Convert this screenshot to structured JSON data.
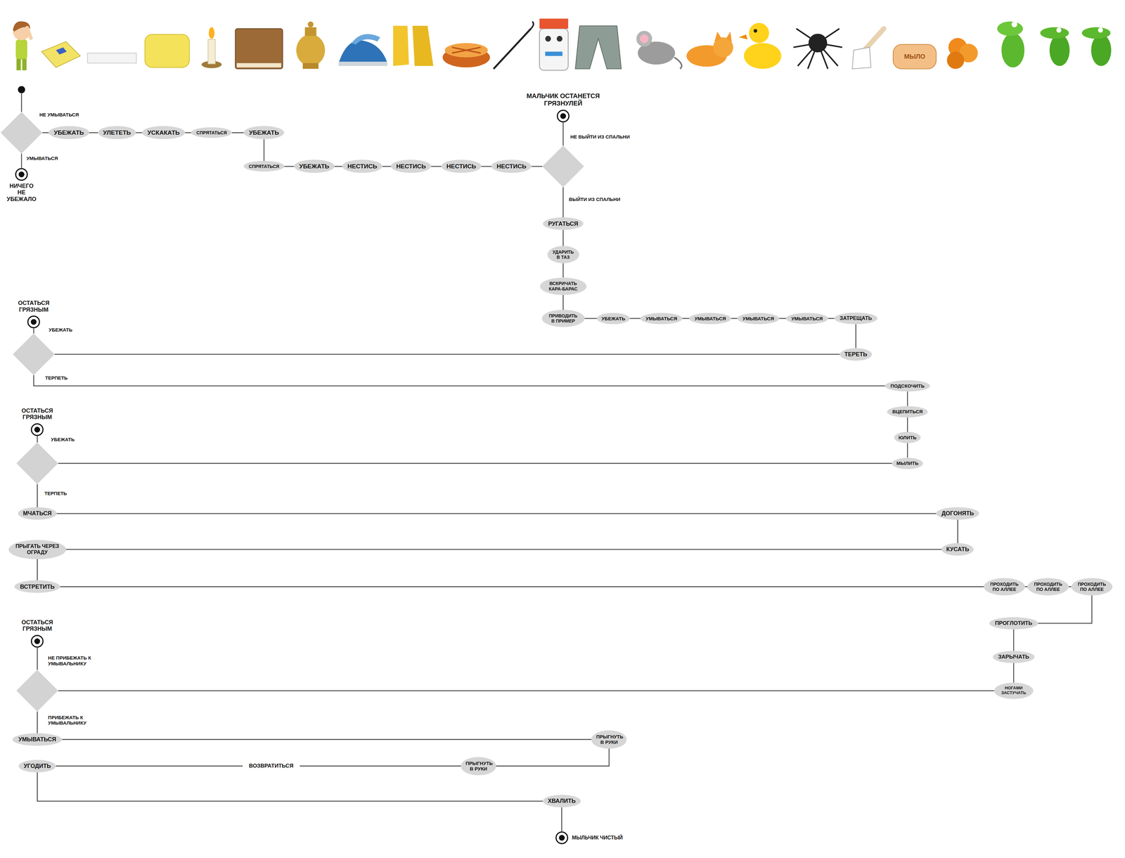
{
  "diagram": {
    "nodes": [
      {
        "text": [
          "НЕ УМЫВАТЬСЯ",
          "УМЫВАТЬСЯ"
        ]
      },
      {
        "text": [
          "НИЧЕГО НЕ УБЕЖАЛО"
        ]
      },
      {
        "text": [
          "УБЕЖАТЬ"
        ]
      },
      {
        "text": [
          "УЛЕТЕТЬ"
        ]
      },
      {
        "text": [
          "УСКАКАТЬ"
        ]
      },
      {
        "text": [
          "СПРЯТАТЬСЯ"
        ]
      },
      {
        "text": [
          "УБЕЖАТЬ"
        ]
      },
      {
        "text": [
          "СПРЯТАТЬСЯ"
        ]
      },
      {
        "text": [
          "УБЕЖАТЬ"
        ]
      },
      {
        "text": [
          "НЕСТИСЬ"
        ]
      },
      {
        "text": [
          "НЕСТИСЬ"
        ]
      },
      {
        "text": [
          "НЕСТИСЬ"
        ]
      },
      {
        "text": [
          "НЕСТИСЬ"
        ]
      },
      {
        "text": [
          "НЕ ВЫЙТИ ИЗ СПАЛЬНИ",
          "ВЫЙТИ ИЗ СПАЛЬНИ"
        ]
      },
      {
        "text": [
          "МАЛЬЧИК ОСТАНЕТСЯ ГРЯЗНУЛЕЙ"
        ]
      },
      {
        "text": [
          "РУГАТЬСЯ"
        ]
      },
      {
        "text": [
          "УДАРИТЬ В ТАЗ"
        ]
      },
      {
        "text": [
          "ВСКРИЧАТЬ КАРА-БАРАС"
        ]
      },
      {
        "text": [
          "ПРИВОДИТЬ В ПРИМЕР"
        ]
      },
      {
        "text": [
          "УБЕЖАТЬ"
        ]
      },
      {
        "text": [
          "УМЫВАТЬСЯ"
        ]
      },
      {
        "text": [
          "УМЫВАТЬСЯ"
        ]
      },
      {
        "text": [
          "УМЫВАТЬСЯ"
        ]
      },
      {
        "text": [
          "УМЫВАТЬСЯ"
        ]
      },
      {
        "text": [
          "ЗАТРЕЩАТЬ"
        ]
      },
      {
        "text": [
          "ТЕРЕТЬ"
        ]
      },
      {
        "text": [
          "УБЕЖАТЬ",
          "ТЕРПЕТЬ"
        ]
      },
      {
        "text": [
          "ОСТАТЬСЯ ГРЯЗНЫМ"
        ]
      },
      {
        "text": [
          "ПОДСКОЧИТЬ"
        ]
      },
      {
        "text": [
          "ВЦЕПИТЬСЯ"
        ]
      },
      {
        "text": [
          "ЮЛИТЬ"
        ]
      },
      {
        "text": [
          "МЫЛИТЬ"
        ]
      },
      {
        "text": [
          "УБЕЖАТЬ",
          "ТЕРПЕТЬ"
        ]
      },
      {
        "text": [
          "ОСТАТЬСЯ ГРЯЗНЫМ"
        ]
      },
      {
        "text": [
          "МЧАТЬСЯ"
        ]
      },
      {
        "text": [
          "ДОГОНЯТЬ"
        ]
      },
      {
        "text": [
          "КУСАТЬ"
        ]
      },
      {
        "text": [
          "ПРЫГАТЬ ЧЕРЕЗ ОГРАДУ"
        ]
      },
      {
        "text": [
          "ВСТРЕТИТЬ"
        ]
      },
      {
        "text": [
          "ПРОХОДИТЬ ПО АЛЛЕЕ"
        ]
      },
      {
        "text": [
          "ПРОХОДИТЬ ПО АЛЛЕЕ"
        ]
      },
      {
        "text": [
          "ПРОХОДИТЬ ПО АЛЛЕЕ"
        ]
      },
      {
        "text": [
          "ПРОГЛОТИТЬ"
        ]
      },
      {
        "text": [
          "ЗАРЫЧАТЬ"
        ]
      },
      {
        "text": [
          "НОГАМИ ЗАСТУЧАТЬ"
        ]
      },
      {
        "text": [
          "НЕ ПРИБЕЖАТЬ К УМЫВАЛЬНИКУ",
          "ПРИБЕЖАТЬ К УМЫВАЛЬНИКУ"
        ]
      },
      {
        "text": [
          "ОСТАТЬСЯ ГРЯЗНЫМ"
        ]
      },
      {
        "text": [
          "УМЫВАТЬСЯ"
        ]
      },
      {
        "text": [
          "ПРЫГНУТЬ В РУКИ"
        ]
      },
      {
        "text": [
          "ПРЫГНУТЬ В РУКИ"
        ]
      },
      {
        "text": [
          "ВОЗВРАТИТЬСЯ"
        ]
      },
      {
        "text": [
          "УГОДИТЬ"
        ]
      },
      {
        "text": [
          "ХВАЛИТЬ"
        ]
      },
      {
        "text": [
          "МЫЛЬЧИК ЧИСТЫЙ"
        ]
      }
    ],
    "edges": [
      {
        "from": 0,
        "to": 1,
        "arrow": "none"
      },
      {
        "from": 0,
        "to": 2,
        "arrow": "none"
      },
      {
        "from": 2,
        "to": 3,
        "arrow": "none"
      },
      {
        "from": 3,
        "to": 4,
        "arrow": "none"
      },
      {
        "from": 4,
        "to": 5,
        "arrow": "none"
      },
      {
        "from": 5,
        "to": 6,
        "arrow": "none"
      },
      {
        "from": 6,
        "to": 7,
        "arrow": "none"
      },
      {
        "from": 7,
        "to": 8,
        "arrow": "none"
      },
      {
        "from": 8,
        "to": 9,
        "arrow": "none"
      },
      {
        "from": 9,
        "to": 10,
        "arrow": "none"
      },
      {
        "from": 10,
        "to": 11,
        "arrow": "none"
      },
      {
        "from": 11,
        "to": 12,
        "arrow": "none"
      },
      {
        "from": 12,
        "to": 13,
        "arrow": "none"
      },
      {
        "from": 13,
        "to": 14,
        "arrow": "none"
      },
      {
        "from": 13,
        "to": 15,
        "arrow": "none"
      },
      {
        "from": 15,
        "to": 16,
        "arrow": "none"
      },
      {
        "from": 16,
        "to": 17,
        "arrow": "none"
      },
      {
        "from": 17,
        "to": 18,
        "arrow": "none"
      },
      {
        "from": 18,
        "to": 19,
        "arrow": "none"
      },
      {
        "from": 19,
        "to": 20,
        "arrow": "none"
      },
      {
        "from": 20,
        "to": 21,
        "arrow": "none"
      },
      {
        "from": 21,
        "to": 22,
        "arrow": "none"
      },
      {
        "from": 22,
        "to": 23,
        "arrow": "none"
      },
      {
        "from": 23,
        "to": 24,
        "arrow": "none"
      },
      {
        "from": 24,
        "to": 25,
        "arrow": "none"
      },
      {
        "from": 25,
        "to": 26,
        "arrow": "none"
      },
      {
        "from": 26,
        "to": 27,
        "arrow": "none"
      },
      {
        "from": 26,
        "to": 28,
        "arrow": "none"
      },
      {
        "from": 28,
        "to": 29,
        "arrow": "none"
      },
      {
        "from": 29,
        "to": 30,
        "arrow": "none"
      },
      {
        "from": 30,
        "to": 31,
        "arrow": "none"
      },
      {
        "from": 31,
        "to": 32,
        "arrow": "none"
      },
      {
        "from": 32,
        "to": 33,
        "arrow": "none"
      },
      {
        "from": 32,
        "to": 34,
        "arrow": "none"
      },
      {
        "from": 34,
        "to": 35,
        "arrow": "none"
      },
      {
        "from": 35,
        "to": 36,
        "arrow": "none"
      },
      {
        "from": 36,
        "to": 37,
        "arrow": "none"
      },
      {
        "from": 37,
        "to": 38,
        "arrow": "none"
      },
      {
        "from": 38,
        "to": 39,
        "arrow": "none"
      },
      {
        "from": 39,
        "to": 40,
        "arrow": "none"
      },
      {
        "from": 40,
        "to": 41,
        "arrow": "none"
      },
      {
        "from": 41,
        "to": 42,
        "arrow": "none"
      },
      {
        "from": 42,
        "to": 43,
        "arrow": "none"
      },
      {
        "from": 43,
        "to": 44,
        "arrow": "none"
      },
      {
        "from": 44,
        "to": 45,
        "arrow": "none"
      },
      {
        "from": 45,
        "to": 46,
        "arrow": "none"
      },
      {
        "from": 45,
        "to": 47,
        "arrow": "none"
      },
      {
        "from": 47,
        "to": 48,
        "arrow": "none"
      },
      {
        "from": 48,
        "to": 49,
        "arrow": "none"
      },
      {
        "from": 49,
        "to": 50,
        "arrow": "none"
      },
      {
        "from": 50,
        "to": 51,
        "arrow": "none"
      },
      {
        "from": 51,
        "to": 52,
        "arrow": "none"
      },
      {
        "from": 52,
        "to": 53,
        "arrow": "none"
      }
    ],
    "labels": [
      "МЫЛО"
    ]
  }
}
